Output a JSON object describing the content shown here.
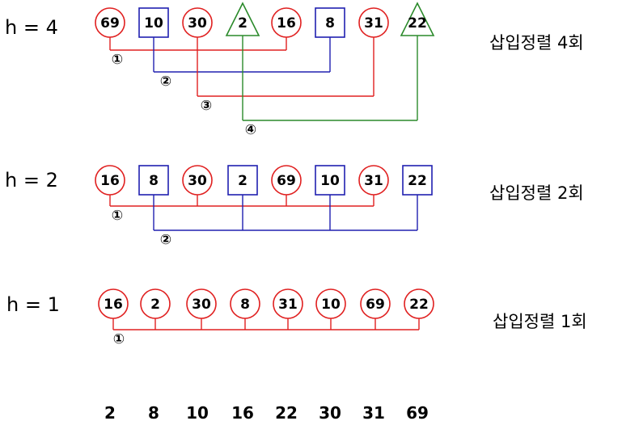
{
  "colors": {
    "red": "#e02020",
    "blue": "#2020b0",
    "green": "#2a8a2a",
    "text": "#000000"
  },
  "passes": [
    {
      "h_label": "h = 4",
      "caption": "삽입정렬 4회",
      "nodes": [
        {
          "value": "69",
          "shape": "circle",
          "group": 1
        },
        {
          "value": "10",
          "shape": "square",
          "group": 2
        },
        {
          "value": "30",
          "shape": "circle",
          "group": 3
        },
        {
          "value": "2",
          "shape": "triangle",
          "group": 4
        },
        {
          "value": "16",
          "shape": "circle",
          "group": 1
        },
        {
          "value": "8",
          "shape": "square",
          "group": 2
        },
        {
          "value": "31",
          "shape": "circle",
          "group": 3
        },
        {
          "value": "22",
          "shape": "triangle",
          "group": 4
        }
      ],
      "groups": [
        {
          "marker": "①",
          "color": "red"
        },
        {
          "marker": "②",
          "color": "blue"
        },
        {
          "marker": "③",
          "color": "red"
        },
        {
          "marker": "④",
          "color": "green"
        }
      ]
    },
    {
      "h_label": "h = 2",
      "caption": "삽입정렬 2회",
      "nodes": [
        {
          "value": "16",
          "shape": "circle",
          "group": 1
        },
        {
          "value": "8",
          "shape": "square",
          "group": 2
        },
        {
          "value": "30",
          "shape": "circle",
          "group": 1
        },
        {
          "value": "2",
          "shape": "square",
          "group": 2
        },
        {
          "value": "69",
          "shape": "circle",
          "group": 1
        },
        {
          "value": "10",
          "shape": "square",
          "group": 2
        },
        {
          "value": "31",
          "shape": "circle",
          "group": 1
        },
        {
          "value": "22",
          "shape": "square",
          "group": 2
        }
      ],
      "groups": [
        {
          "marker": "①",
          "color": "red"
        },
        {
          "marker": "②",
          "color": "blue"
        }
      ]
    },
    {
      "h_label": "h = 1",
      "caption": "삽입정렬 1회",
      "nodes": [
        {
          "value": "16",
          "shape": "circle",
          "group": 1
        },
        {
          "value": "2",
          "shape": "circle",
          "group": 1
        },
        {
          "value": "30",
          "shape": "circle",
          "group": 1
        },
        {
          "value": "8",
          "shape": "circle",
          "group": 1
        },
        {
          "value": "31",
          "shape": "circle",
          "group": 1
        },
        {
          "value": "10",
          "shape": "circle",
          "group": 1
        },
        {
          "value": "69",
          "shape": "circle",
          "group": 1
        },
        {
          "value": "22",
          "shape": "circle",
          "group": 1
        }
      ],
      "groups": [
        {
          "marker": "①",
          "color": "red"
        }
      ]
    }
  ],
  "final_sorted": [
    "2",
    "8",
    "10",
    "16",
    "22",
    "30",
    "31",
    "69"
  ]
}
